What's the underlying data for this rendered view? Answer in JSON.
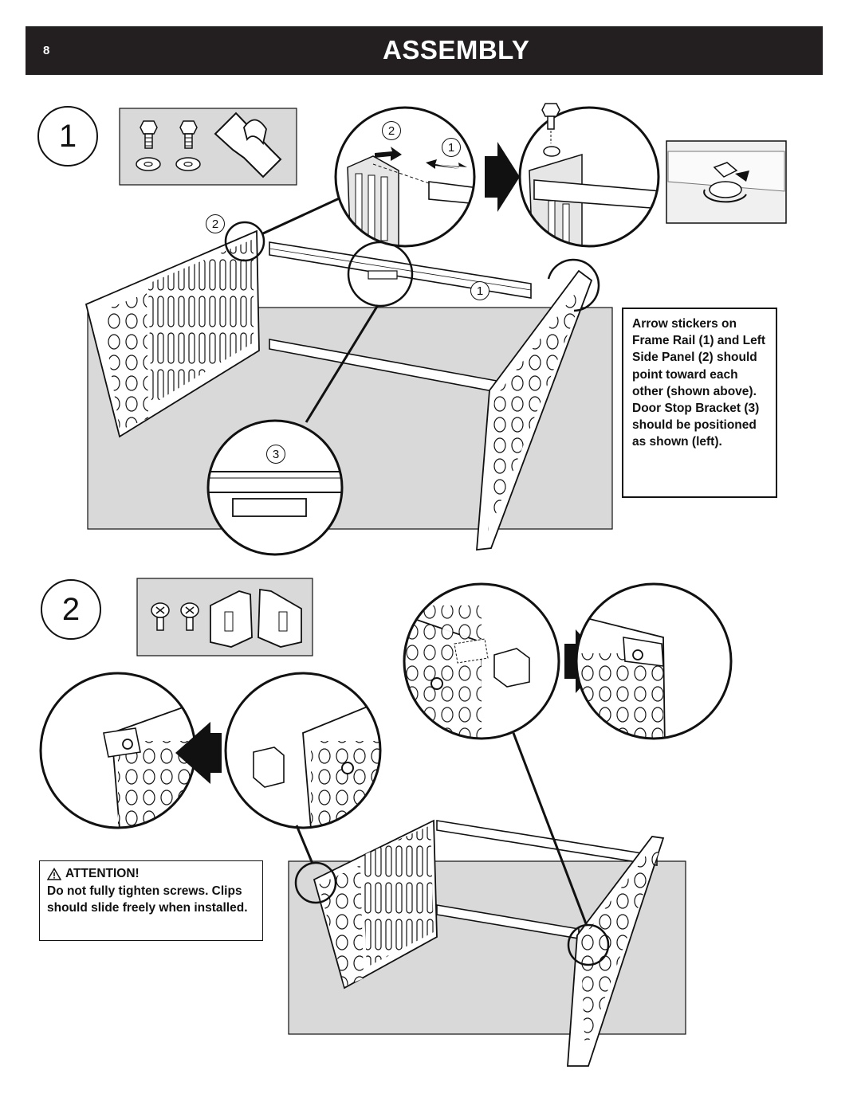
{
  "header": {
    "page_number": "8",
    "title": "ASSEMBLY"
  },
  "steps": [
    {
      "number": "1"
    },
    {
      "number": "2"
    }
  ],
  "step1": {
    "callouts": {
      "left_side_panel": "2",
      "frame_rail": "1",
      "door_stop_bracket": "3"
    },
    "note": "Arrow stickers on Frame Rail (1) and Left Side Panel (2) should point toward each other (shown above). Door Stop Bracket (3) should be positioned as shown (left)."
  },
  "step2": {
    "attention_label": "ATTENTION!",
    "attention_text": "Do not fully tighten screws. Clips should slide freely when installed."
  },
  "colors": {
    "header_bg": "#231f20",
    "panel_gray": "#d9d9d9",
    "ink": "#111111"
  }
}
